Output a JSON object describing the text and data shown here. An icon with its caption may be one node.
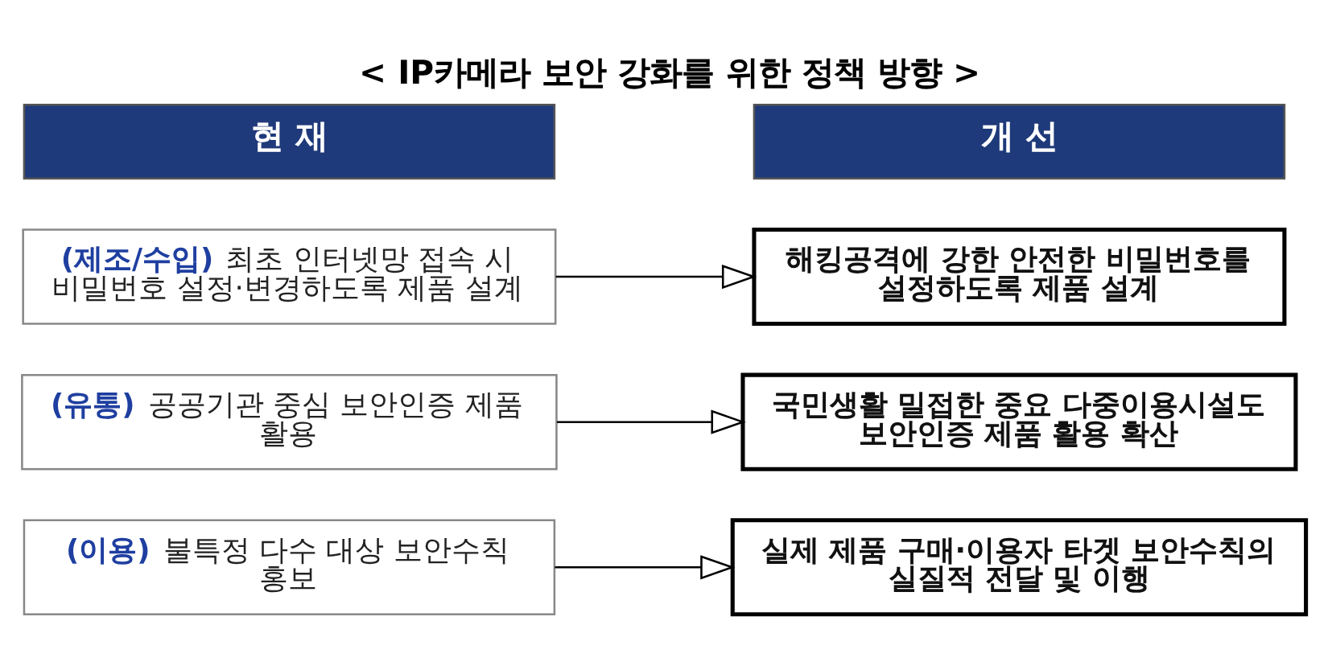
{
  "diagram": {
    "title": "< IP카메라 보안 강화를 위한 정책 방향 >",
    "nodes": [
      {
        "text": [
          "현 재"
        ]
      },
      {
        "text": [
          "개 선"
        ]
      },
      {
        "text": [
          "**(제조/수입)** 최초 인터넷망 접속 시 비밀번호 설정·변경하도록 제품 설계"
        ]
      },
      {
        "text": [
          "해킹공격에 강한 안전한 비밀번호를 설정하도록 제품 설계"
        ]
      },
      {
        "text": [
          "**(유통)** 공공기관 중심 보안인증 제품 활용"
        ]
      },
      {
        "text": [
          "국민생활 밀접한 중요 다중이용시설도 보안인증 제품 활용 확산"
        ]
      },
      {
        "text": [
          "**(이용)** 불특정 다수 대상 보안수칙 홍보"
        ]
      },
      {
        "text": [
          "실제 제품 구매·이용자 타겟 보안수칙의 실질적 전달 및 이행"
        ]
      }
    ],
    "edges": [
      {
        "from": 2,
        "to": 3,
        "arrow": "to"
      },
      {
        "from": 4,
        "to": 5,
        "arrow": "to"
      },
      {
        "from": 6,
        "to": 7,
        "arrow": "to"
      }
    ]
  }
}
